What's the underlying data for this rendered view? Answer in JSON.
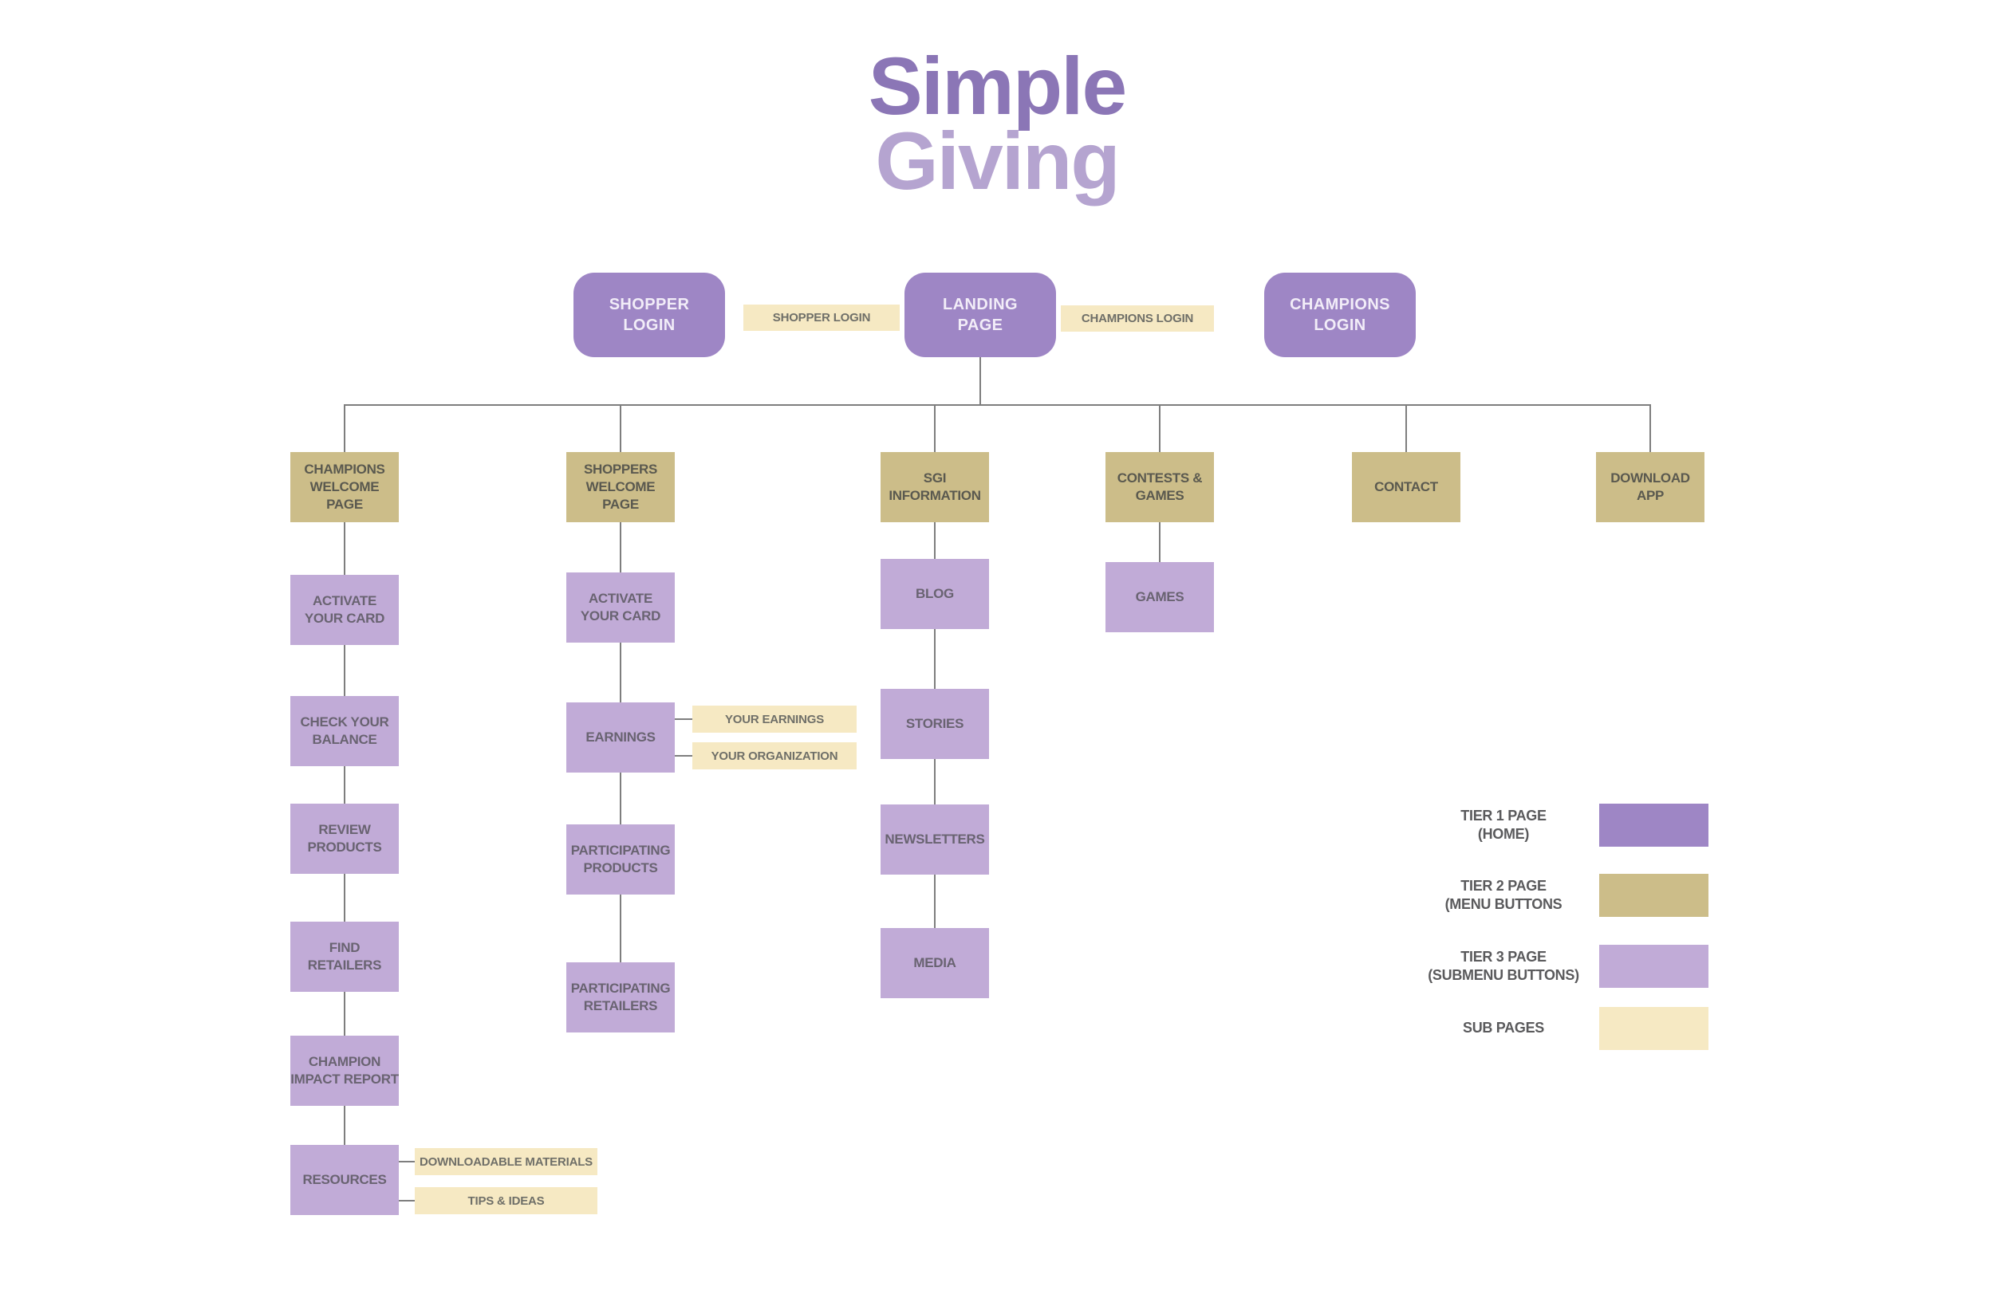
{
  "palette": {
    "tier1_purple": "#9e86c5",
    "tier2_tan": "#ccbd89",
    "tier3_light_purple": "#c1abd7",
    "sub_cream": "#f6e9c3",
    "connector_gray": "#7e7e7e",
    "logo_dark_purple": "#8b76b6",
    "logo_light_purple": "#b5a4d0"
  },
  "logo": {
    "line1": "Simple",
    "line2": "Giving"
  },
  "tier1": {
    "shopper_login": "SHOPPER\nLOGIN",
    "landing_page": "LANDING\nPAGE",
    "champions_login": "CHAMPIONS\nLOGIN"
  },
  "login_links": {
    "shopper": "SHOPPER LOGIN",
    "champions": "CHAMPIONS LOGIN"
  },
  "tier2": {
    "champions_welcome": "CHAMPIONS\nWELCOME PAGE",
    "shoppers_welcome": "SHOPPERS\nWELCOME PAGE",
    "sgi_information": "SGI\nINFORMATION",
    "contests_games": "CONTESTS &\nGAMES",
    "contact": "CONTACT",
    "download_app": "DOWNLOAD\nAPP"
  },
  "tier3": {
    "activate_card_champions": "ACTIVATE\nYOUR CARD",
    "check_balance": "CHECK YOUR\nBALANCE",
    "review_products": "REVIEW\nPRODUCTS",
    "find_retailers": "FIND\nRETAILERS",
    "champion_impact": "CHAMPION\nIMPACT REPORT",
    "resources": "RESOURCES",
    "activate_card_shoppers": "ACTIVATE\nYOUR CARD",
    "earnings": "EARNINGS",
    "participating_products": "PARTICIPATING\nPRODUCTS",
    "participating_retailers": "PARTICIPATING\nRETAILERS",
    "blog": "BLOG",
    "stories": "STORIES",
    "newsletters": "NEWSLETTERS",
    "media": "MEDIA",
    "games": "GAMES"
  },
  "subpages": {
    "your_earnings": "YOUR EARNINGS",
    "your_organization": "YOUR ORGANIZATION",
    "downloadable_materials": "DOWNLOADABLE MATERIALS",
    "tips_ideas": "TIPS & IDEAS"
  },
  "legend": {
    "tier1": "TIER 1 PAGE\n(HOME)",
    "tier2": "TIER 2 PAGE\n(MENU BUTTONS",
    "tier3": "TIER 3 PAGE\n(SUBMENU BUTTONS)",
    "sub": "SUB PAGES"
  }
}
